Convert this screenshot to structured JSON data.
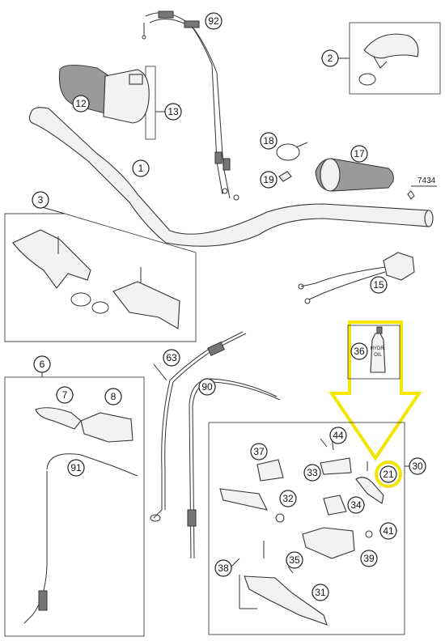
{
  "diagram": {
    "callouts": [
      {
        "id": "c92",
        "label": "92"
      },
      {
        "id": "c2",
        "label": "2"
      },
      {
        "id": "c12",
        "label": "12"
      },
      {
        "id": "c13",
        "label": "13"
      },
      {
        "id": "c1",
        "label": "1"
      },
      {
        "id": "c18",
        "label": "18"
      },
      {
        "id": "c19",
        "label": "19"
      },
      {
        "id": "c17",
        "label": "17"
      },
      {
        "id": "c3",
        "label": "3"
      },
      {
        "id": "c15",
        "label": "15"
      },
      {
        "id": "c6",
        "label": "6"
      },
      {
        "id": "c7",
        "label": "7"
      },
      {
        "id": "c8",
        "label": "8"
      },
      {
        "id": "c63",
        "label": "63"
      },
      {
        "id": "c90",
        "label": "90"
      },
      {
        "id": "c36",
        "label": "36"
      },
      {
        "id": "c91",
        "label": "91"
      },
      {
        "id": "c44",
        "label": "44"
      },
      {
        "id": "c37",
        "label": "37"
      },
      {
        "id": "c33",
        "label": "33"
      },
      {
        "id": "c21",
        "label": "21"
      },
      {
        "id": "c30",
        "label": "30"
      },
      {
        "id": "c32",
        "label": "32"
      },
      {
        "id": "c34",
        "label": "34"
      },
      {
        "id": "c41",
        "label": "41"
      },
      {
        "id": "c39",
        "label": "39"
      },
      {
        "id": "c38",
        "label": "38"
      },
      {
        "id": "c35",
        "label": "35"
      },
      {
        "id": "c31",
        "label": "31"
      }
    ],
    "reference_number": "7434",
    "bottle_text": [
      "HYDR.",
      "OIL"
    ],
    "highlight_color": "#f2e600",
    "line_color": "#333333"
  }
}
